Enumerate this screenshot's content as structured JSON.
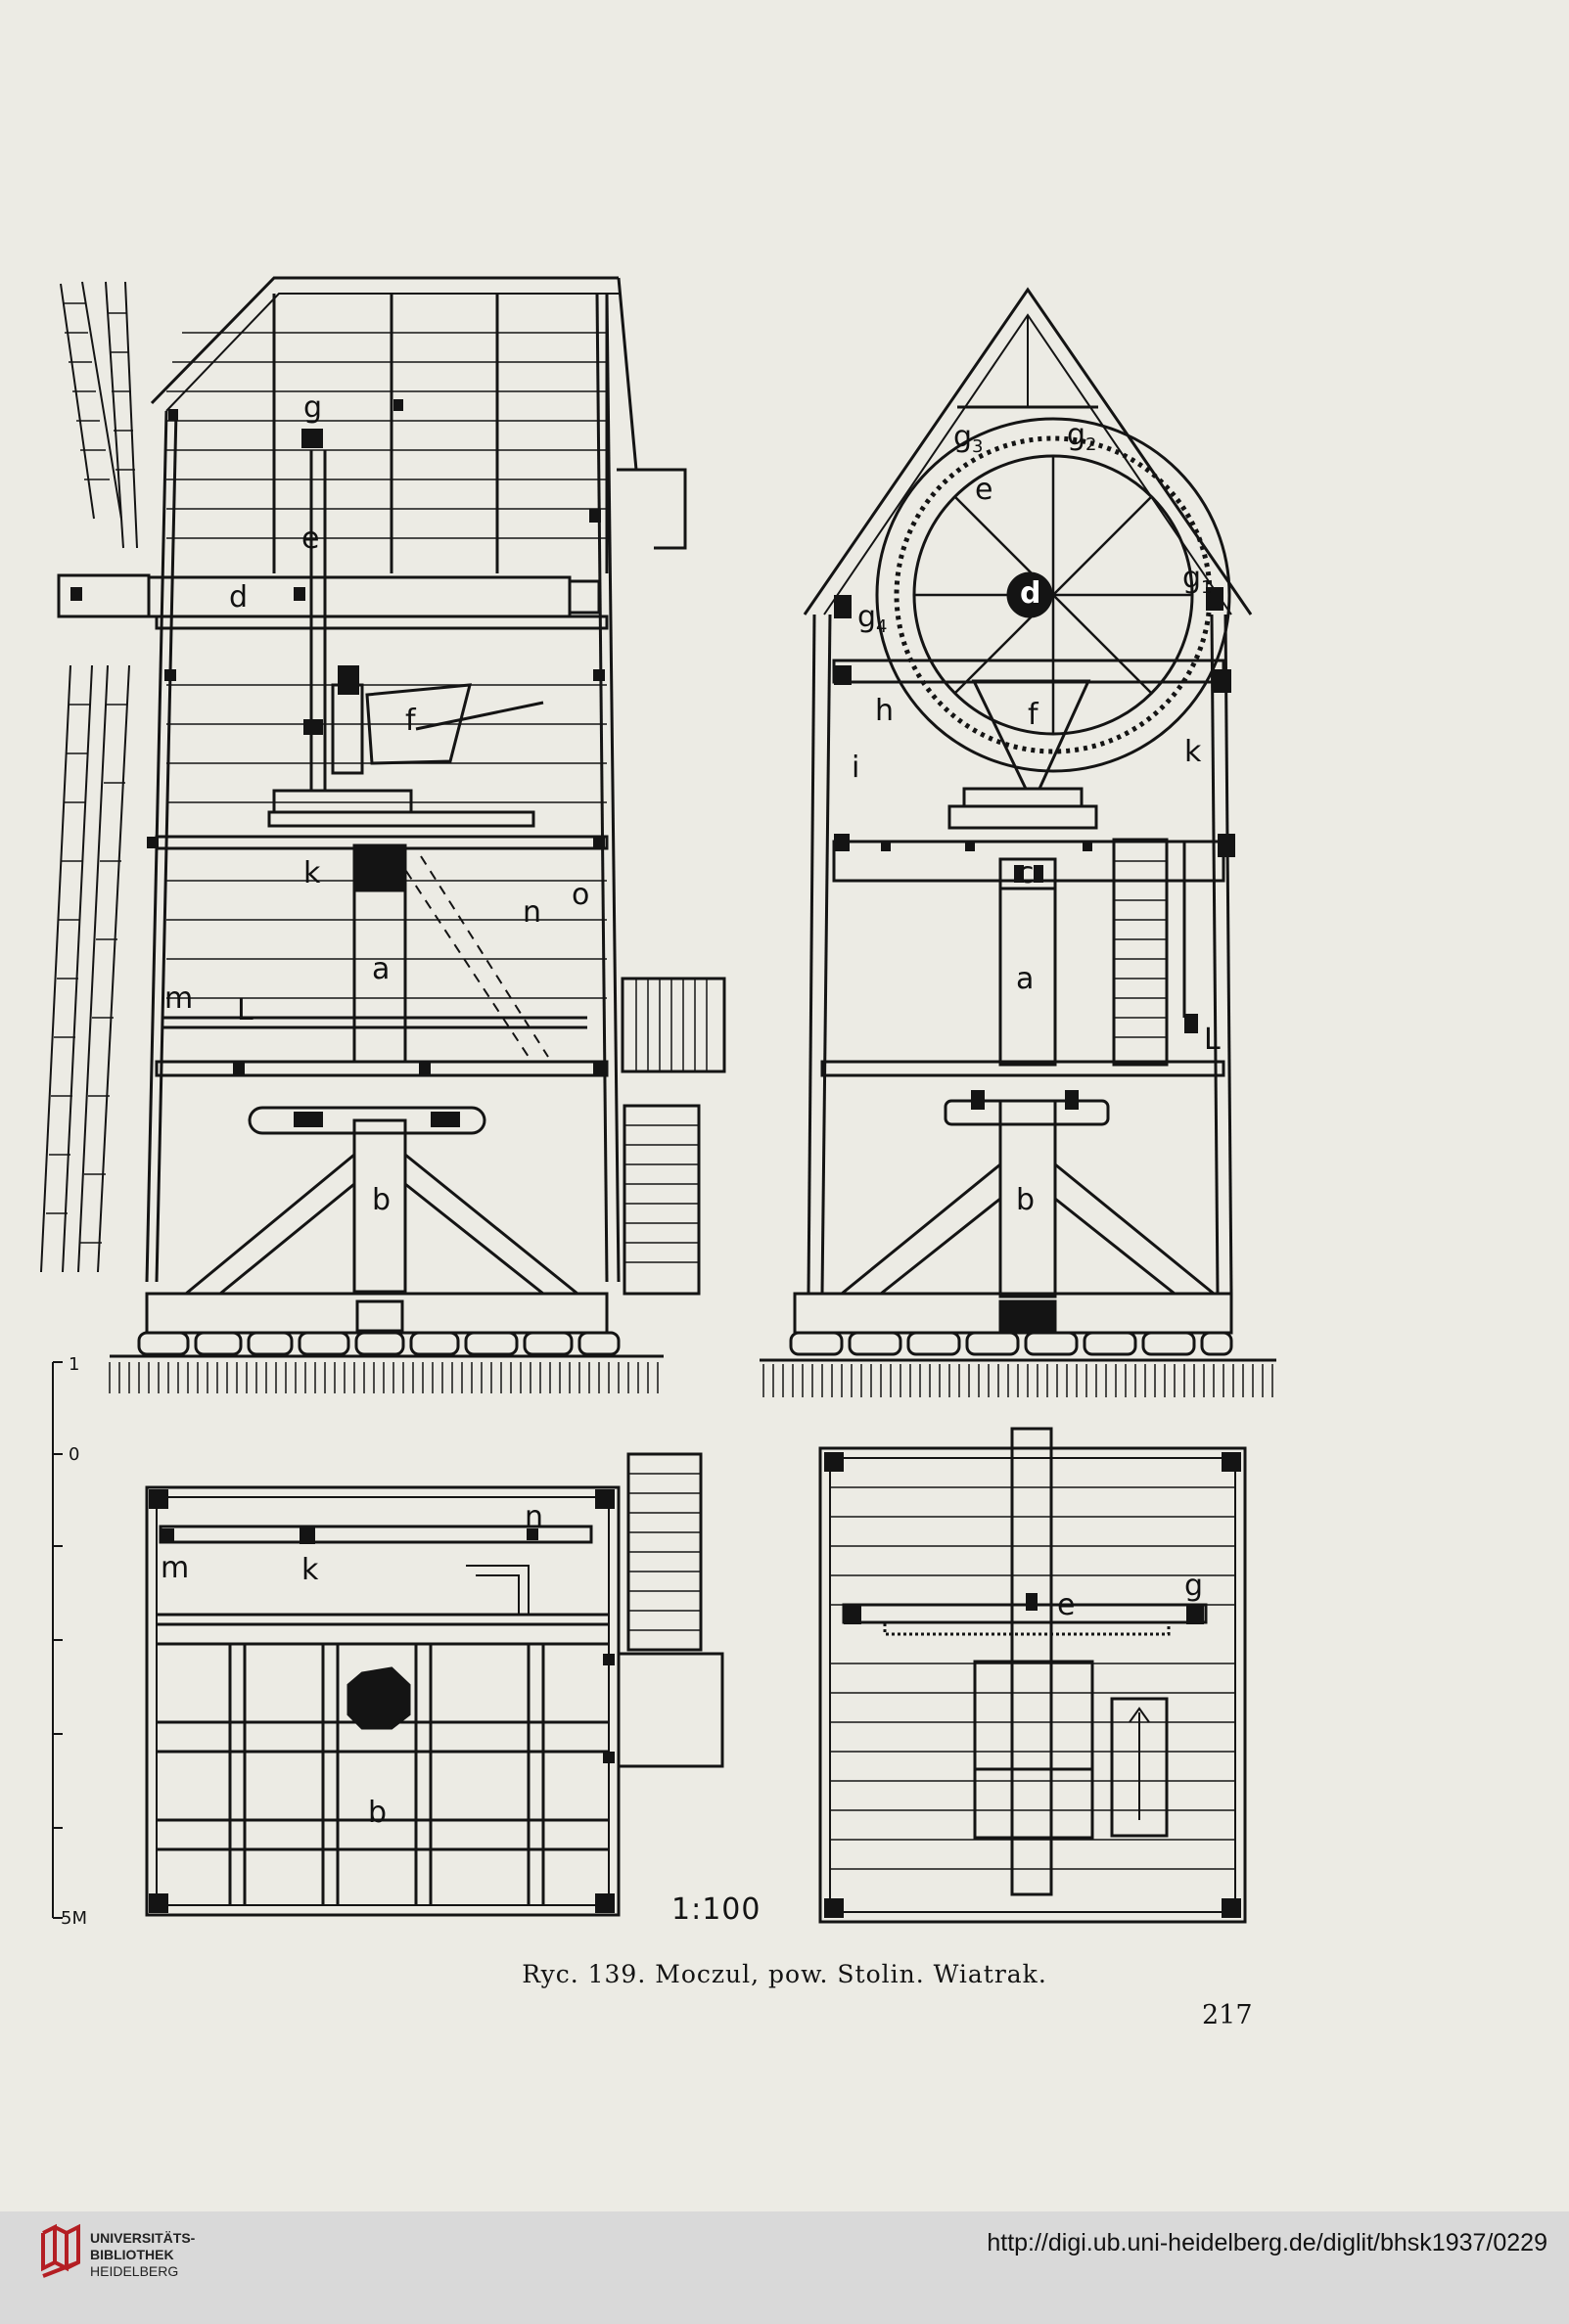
{
  "figure": {
    "caption": "Ryc. 139. Moczul, pow. Stolin. Wiatrak.",
    "page_number": "217",
    "scale_ratio": "1:100",
    "scale_bar": {
      "top_label": "1",
      "zero_label": "0",
      "bottom_label": "5M"
    }
  },
  "labels": {
    "side_view": [
      "g",
      "e",
      "d",
      "f",
      "k",
      "n",
      "o",
      "a",
      "m",
      "L",
      "b"
    ],
    "front_view": [
      "g3",
      "g2",
      "e",
      "d",
      "g1",
      "g4",
      "h",
      "f",
      "i",
      "k",
      "c",
      "a",
      "L",
      "b"
    ],
    "plan_left": [
      "n",
      "m",
      "k",
      "b"
    ],
    "plan_right": [
      "e",
      "g"
    ]
  },
  "footer": {
    "library_line1": "UNIVERSITÄTS-",
    "library_line2": "BIBLIOTHEK",
    "library_line3": "HEIDELBERG",
    "url": "http://digi.ub.uni-heidelberg.de/diglit/bhsk1937/0229",
    "colors": {
      "logo_red": "#b41e23",
      "bar_gray": "#d9d9d9"
    }
  }
}
